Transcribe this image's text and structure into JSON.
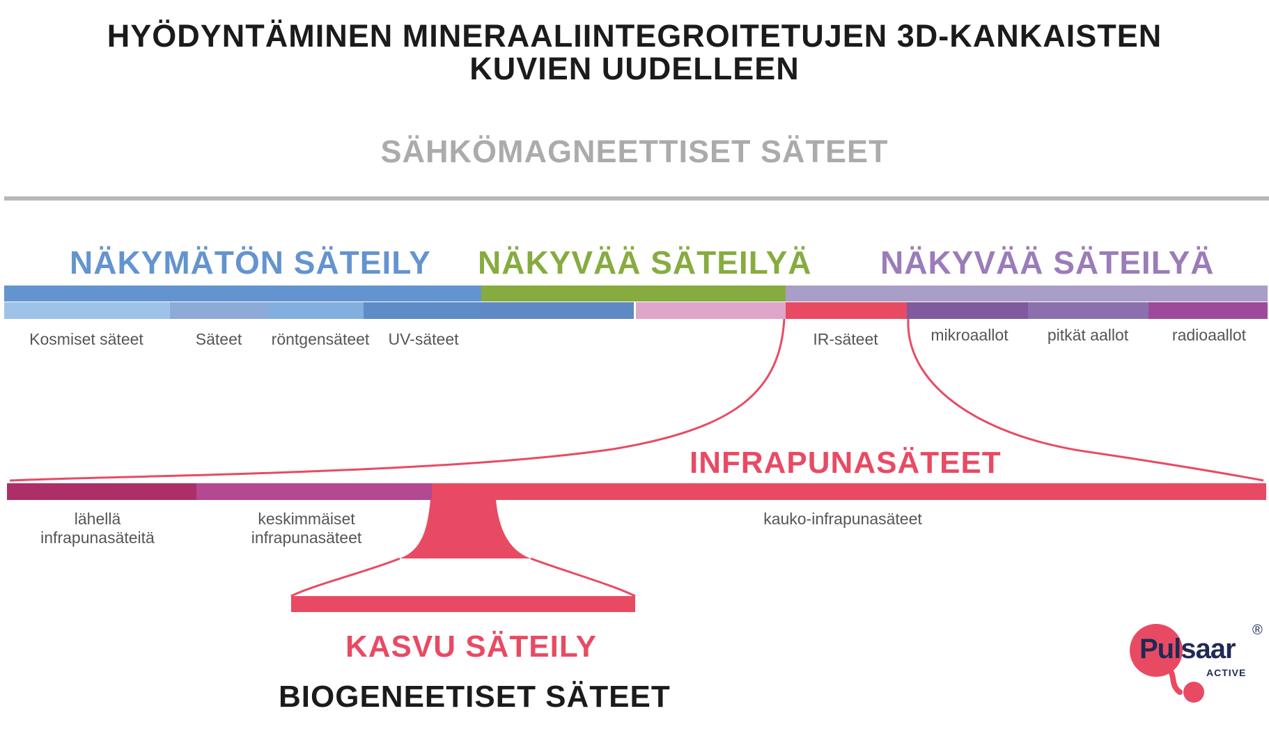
{
  "title_line1": "HYÖDYNTÄMINEN MINERAALIINTEGROITETUJEN 3D-KANKAISTEN",
  "title_line2": "KUVIEN UUDELLEEN",
  "subtitle": "SÄHKÖMAGNEETTISET SÄTEET",
  "bands": {
    "invisible": "NÄKYMÄTÖN SÄTEILY",
    "visible": "NÄKYVÄÄ SÄTEILYÄ",
    "visible2": "NÄKYVÄÄ SÄTEILYÄ"
  },
  "spectrum_labels": {
    "cosmic": "Kosmiset säteet",
    "rays": "Säteet",
    "xray": "röntgensäteet",
    "uv": "UV-säteet",
    "ir": "IR-säteet",
    "micro": "mikroaallot",
    "long": "pitkät aallot",
    "radio": "radioaallot"
  },
  "infrared": {
    "heading": "INFRAPUNASÄTEET",
    "near_line1": "lähellä",
    "near_line2": "infrapunasäteitä",
    "mid_line1": "keskimmäiset",
    "mid_line2": "infrapunasäteet",
    "far": "kauko-infrapunasäteet"
  },
  "growth": "KASVU SÄTEILY",
  "biogenetic": "BIOGENEETISET SÄTEET",
  "logo": {
    "text": "Pulsaar",
    "sub": "ACTIVE",
    "mark": "®"
  },
  "colors": {
    "invisible": "#6394cf",
    "visible": "#86ac3f",
    "visible2": "#9b7cb8",
    "ir": "#e94a63",
    "near_ir": "#ad2f67",
    "mid_ir": "#b44891"
  }
}
